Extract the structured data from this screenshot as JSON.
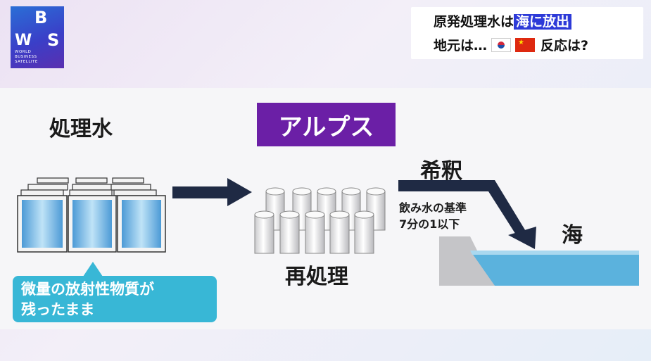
{
  "logo": {
    "letters": [
      "W",
      "B",
      "S"
    ],
    "subtitle": [
      "WORLD",
      "BUSINESS",
      "SATELLITE"
    ]
  },
  "headline": {
    "line1_prefix": "原発処理水は",
    "line1_highlight": "海に放出",
    "line2_prefix": "地元は…",
    "line2_suffix": "反応は?"
  },
  "diagram": {
    "treated_water_label": "処理水",
    "alps_label": "アルプス",
    "retreatment_label": "再処理",
    "dilution_label": "希釈",
    "dilution_note": [
      "飲み水の基準",
      "7分の1以下"
    ],
    "sea_label": "海",
    "callout": [
      "微量の放射性物質が",
      "残ったまま"
    ]
  },
  "colors": {
    "alps_bg": "#6b1fa6",
    "callout_bg": "#38b7d6",
    "headline_highlight": "#2d3ad8",
    "arrow": "#1f2a44",
    "sea": "#5bb2dd",
    "tank_water": "#5aa8dc"
  },
  "icons": [
    "korea-flag-icon",
    "china-flag-icon"
  ]
}
